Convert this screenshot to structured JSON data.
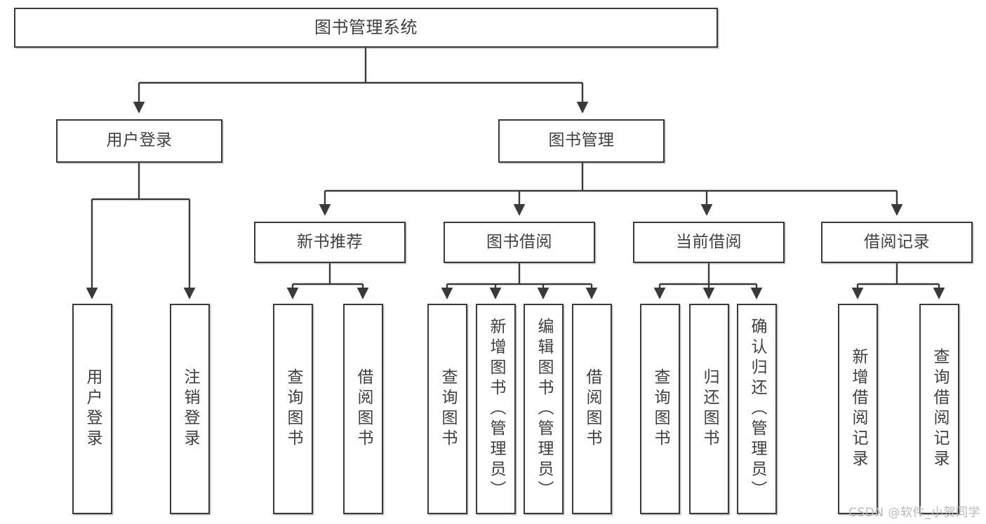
{
  "diagram": {
    "title": "图书管理系统",
    "watermark": "CSDN @软件_小贺同学",
    "colors": {
      "stroke": "#3a3a3a",
      "text": "#3f3f3f",
      "background": "#ffffff",
      "watermark": "#b9b9b9"
    },
    "nodes": {
      "root": {
        "label": "图书管理系统"
      },
      "level2": [
        {
          "id": "user-login",
          "label": "用户登录"
        },
        {
          "id": "book-manage",
          "label": "图书管理"
        }
      ],
      "level3": [
        {
          "id": "new-book-recommend",
          "label": "新书推荐"
        },
        {
          "id": "book-borrow",
          "label": "图书借阅"
        },
        {
          "id": "current-borrow",
          "label": "当前借阅"
        },
        {
          "id": "borrow-record",
          "label": "借阅记录"
        }
      ],
      "leaves": {
        "user_login": [
          {
            "id": "leaf-user-login",
            "label": "用户登录"
          },
          {
            "id": "leaf-logout",
            "label": "注销登录"
          }
        ],
        "new_book_recommend": [
          {
            "id": "leaf-query-book-1",
            "label": "查询图书"
          },
          {
            "id": "leaf-borrow-book-1",
            "label": "借阅图书"
          }
        ],
        "book_borrow": [
          {
            "id": "leaf-query-book-2",
            "label": "查询图书"
          },
          {
            "id": "leaf-add-book",
            "label": "新增图书（管理员）"
          },
          {
            "id": "leaf-edit-book",
            "label": "编辑图书（管理员）"
          },
          {
            "id": "leaf-borrow-book-2",
            "label": "借阅图书"
          }
        ],
        "current_borrow": [
          {
            "id": "leaf-query-book-3",
            "label": "查询图书"
          },
          {
            "id": "leaf-return-book",
            "label": "归还图书"
          },
          {
            "id": "leaf-confirm-return",
            "label": "确认归还（管理员）"
          }
        ],
        "borrow_record": [
          {
            "id": "leaf-add-record",
            "label": "新增借阅记录"
          },
          {
            "id": "leaf-query-record",
            "label": "查询借阅记录"
          }
        ]
      }
    }
  }
}
